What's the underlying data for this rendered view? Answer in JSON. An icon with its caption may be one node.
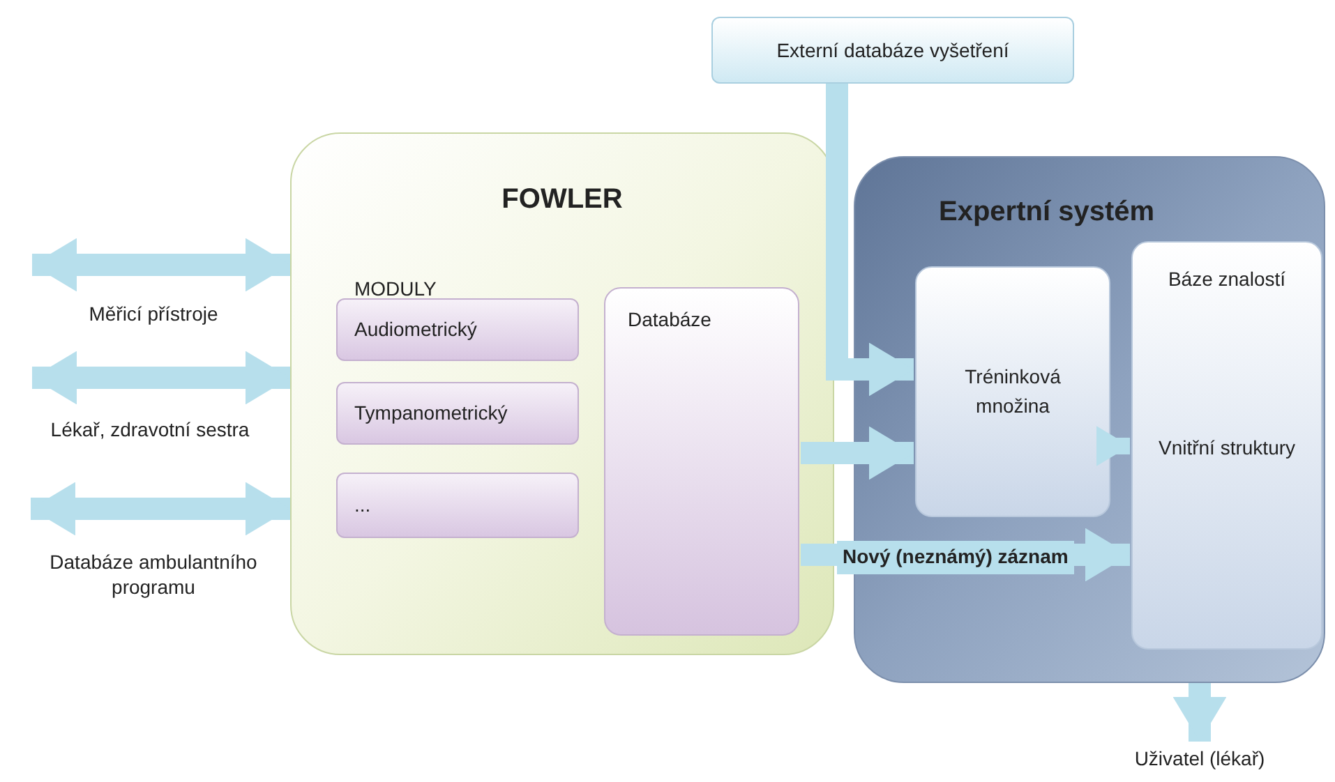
{
  "diagram": {
    "nodes": [
      {
        "text": [
          "Externí databáze vyšetření"
        ]
      },
      {
        "text": [
          "FOWLER",
          "MODULY"
        ]
      },
      {
        "text": [
          "Audiometrický"
        ],
        "in": 1
      },
      {
        "text": [
          "Tympanometrický"
        ],
        "in": 1
      },
      {
        "text": [
          "..."
        ],
        "in": 1
      },
      {
        "text": [
          "Databáze"
        ],
        "in": 1
      },
      {
        "text": [
          "Expertní systém"
        ]
      },
      {
        "text": [
          "Tréninková množina"
        ],
        "in": 6
      },
      {
        "text": [
          "Báze znalostí",
          "Vnitřní struktury"
        ],
        "in": 6
      },
      {
        "text": [
          "Měřicí přístroje"
        ]
      },
      {
        "text": [
          "Lékař, zdravotní sestra"
        ]
      },
      {
        "text": [
          "Databáze ambulantního programu"
        ]
      },
      {
        "text": [
          "Uživatel (lékař)"
        ]
      }
    ],
    "edges": [
      {
        "from": 9,
        "to": 1,
        "arrow": "both"
      },
      {
        "from": 10,
        "to": 1,
        "arrow": "both"
      },
      {
        "from": 11,
        "to": 1,
        "arrow": "both"
      },
      {
        "from": 0,
        "to": 7,
        "arrow": "to"
      },
      {
        "from": 5,
        "to": 7,
        "arrow": "to"
      },
      {
        "from": 5,
        "to": 8,
        "arrow": "to",
        "label": "Nový (neznámý) záznam"
      },
      {
        "from": 7,
        "to": 8,
        "arrow": "to"
      },
      {
        "from": 6,
        "to": 12,
        "arrow": "to"
      }
    ]
  }
}
